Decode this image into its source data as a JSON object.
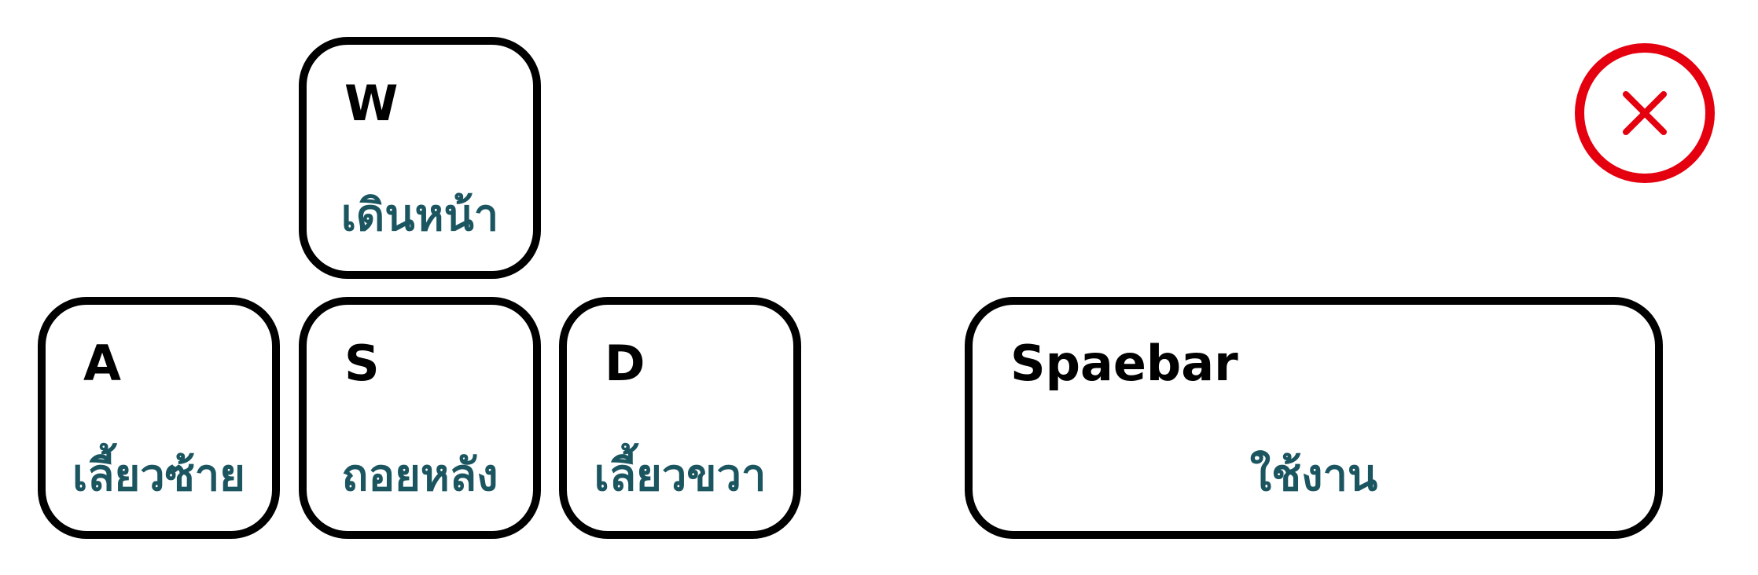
{
  "keys": {
    "w": {
      "letter": "W",
      "action": "เดินหน้า"
    },
    "a": {
      "letter": "A",
      "action": "เลี้ยวซ้าย"
    },
    "s": {
      "letter": "S",
      "action": "ถอยหลัง"
    },
    "d": {
      "letter": "D",
      "action": "เลี้ยวขวา"
    },
    "space": {
      "letter": "Spaebar",
      "action": "ใช้งาน"
    }
  },
  "close": {
    "icon": "close-icon"
  },
  "colors": {
    "key_border": "#000000",
    "action_text": "#1b5560",
    "close_accent": "#e4000f"
  }
}
